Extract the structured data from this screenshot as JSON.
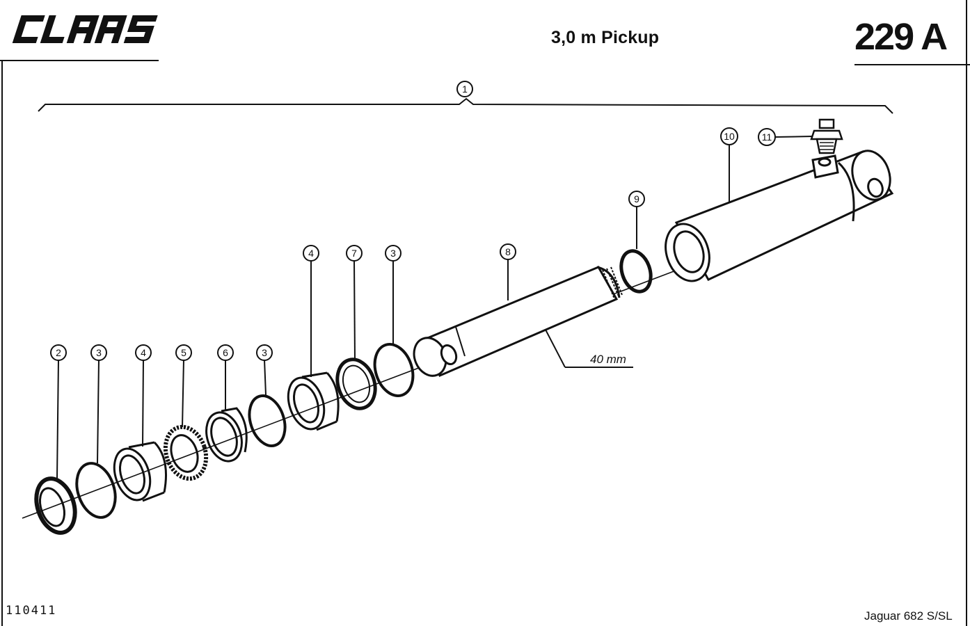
{
  "header": {
    "brand": "CLAAS",
    "title": "3,0 m Pickup",
    "page_number": "229 A"
  },
  "drawing": {
    "callouts": [
      "1",
      "2",
      "3",
      "4",
      "5",
      "6",
      "3",
      "4",
      "7",
      "3",
      "8",
      "9",
      "10",
      "11"
    ],
    "dimension": "40 mm"
  },
  "footer": {
    "doc_number": "110411",
    "model": "Jaguar 682 S/SL"
  }
}
